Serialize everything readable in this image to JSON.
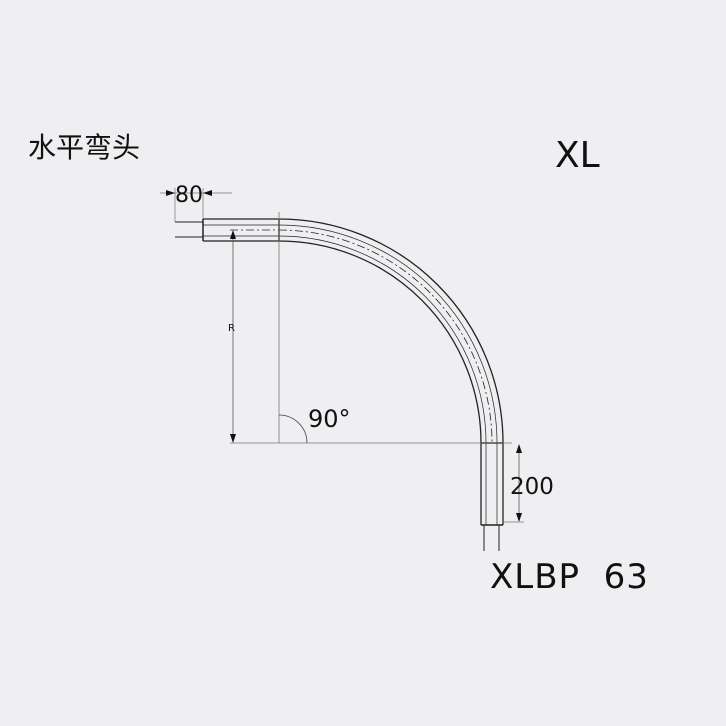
{
  "title": "水平弯头",
  "series_code": "XL",
  "model": "XLBP  63",
  "dimensions": {
    "straight_length": "80",
    "radius_label": "R",
    "angle": "90°",
    "end_length": "200"
  },
  "colors": {
    "background": "#efeff1",
    "line": "#222222"
  }
}
